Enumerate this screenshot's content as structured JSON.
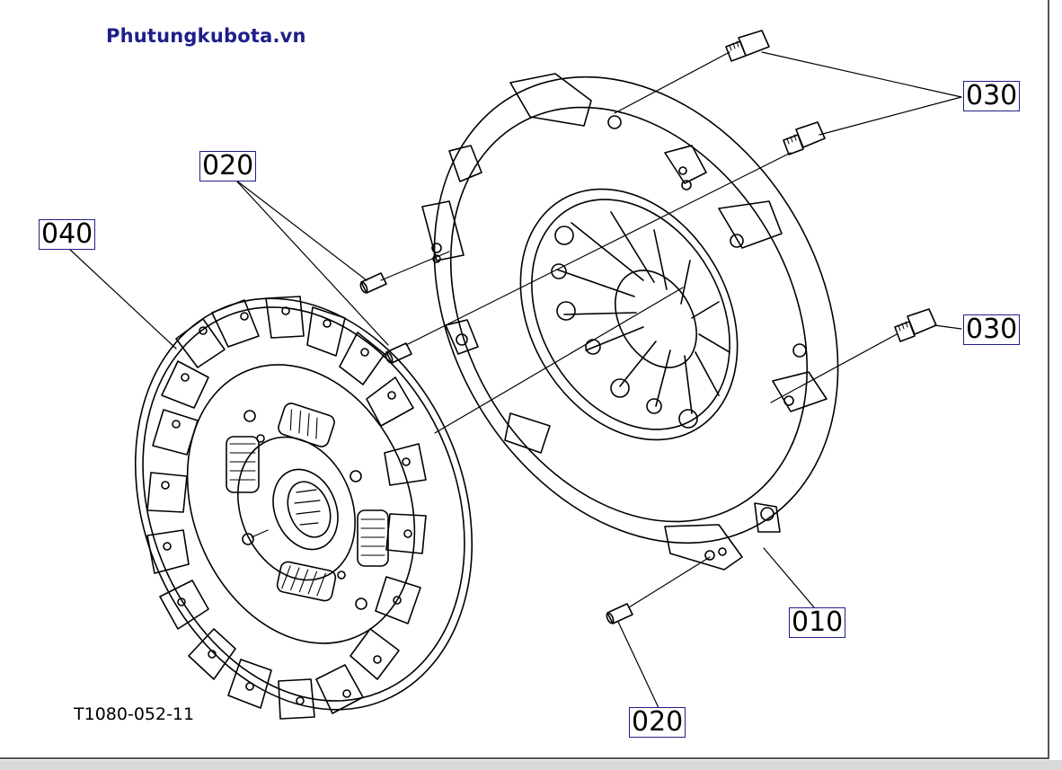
{
  "watermark": "Phutungkubota.vn",
  "drawing_number": "T1080-052-11",
  "callouts": {
    "c020_top": "020",
    "c040": "040",
    "c030_top": "030",
    "c030_mid": "030",
    "c010": "010",
    "c020_bottom": "020"
  },
  "colors": {
    "line": "#000000",
    "watermark": "#1f1f8a",
    "callout_border": "#1f1f8a"
  }
}
